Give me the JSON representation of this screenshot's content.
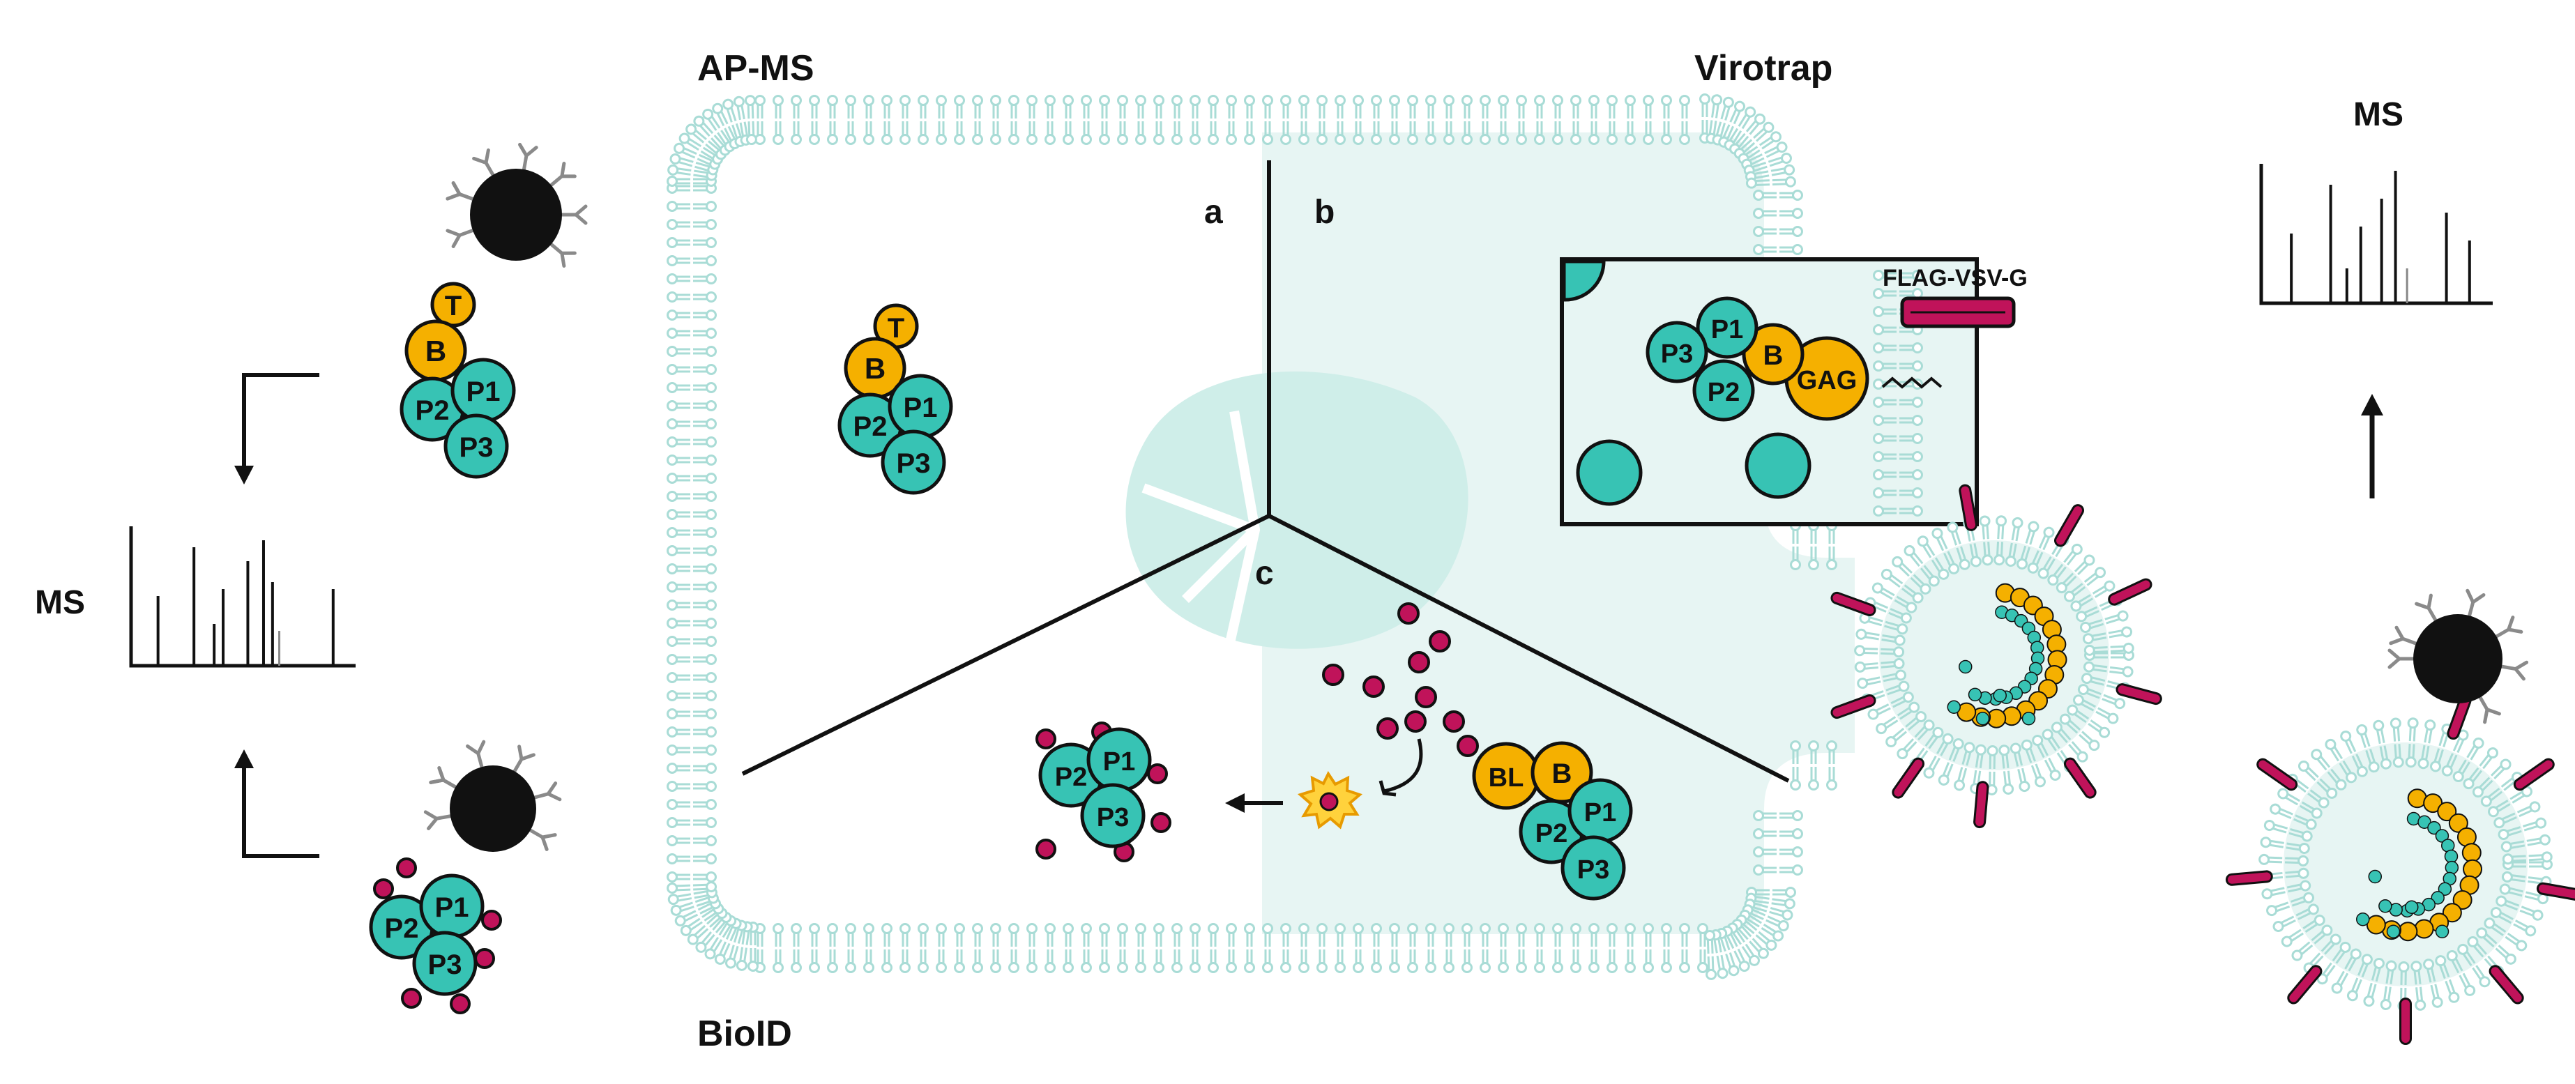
{
  "titles": {
    "apms": "AP-MS",
    "virotrap": "Virotrap",
    "bioid": "BioID"
  },
  "panel_labels": {
    "a": "a",
    "b": "b",
    "c": "c"
  },
  "ms_labels": {
    "left": "MS",
    "right": "MS"
  },
  "proteins": {
    "p1": "P1",
    "p2": "P2",
    "p3": "P3",
    "bait": "B",
    "tag": "T",
    "gag": "GAG",
    "biotin_ligase": "BL"
  },
  "inset": {
    "label": "FLAG-VSV-G"
  },
  "colors": {
    "teal": "#37c3b4",
    "orange": "#f5b000",
    "magenta": "#c0135a",
    "black": "#111111",
    "membrane": "#a9dcd6",
    "cell_fill": "#e7f5f3",
    "nucleus": "#cfeee9",
    "burst": "#ffd23c"
  },
  "icons": [
    "magnetic-bead-icon",
    "antibody-icon",
    "mass-spectrum-icon",
    "arrow-icon",
    "biotin-icon",
    "activation-burst-icon",
    "phospholipid-icon",
    "virus-like-particle-icon",
    "vsvg-protein-icon"
  ]
}
